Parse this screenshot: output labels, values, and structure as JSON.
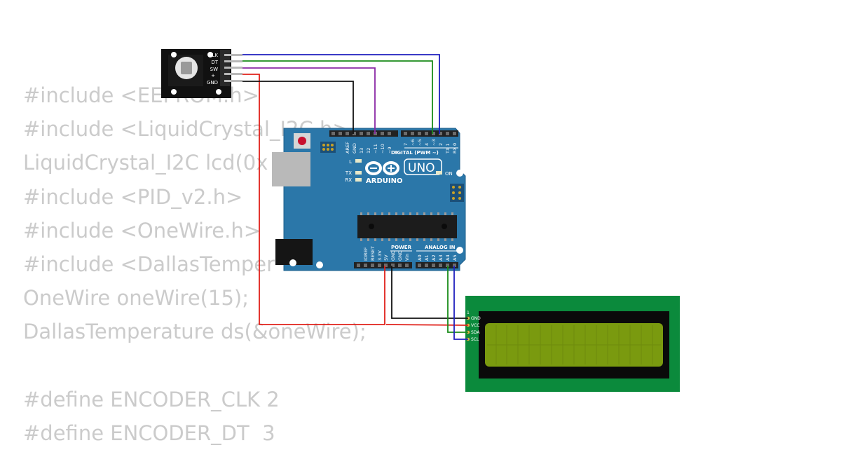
{
  "code_lines": [
    "#include <EEPROM.h>",
    "#include <LiquidCrystal_I2C.h>",
    "LiquidCrystal_I2C lcd(0x",
    "#include <PID_v2.h>",
    "#include <OneWire.h>",
    "#include <DallasTemper",
    "OneWire oneWire(15);",
    "DallasTemperature ds(&oneWire);",
    "",
    "#define ENCODER_CLK 2",
    "#define ENCODER_DT  3"
  ],
  "encoder": {
    "pins": [
      "CLK",
      "DT",
      "SW",
      "+",
      "GND"
    ]
  },
  "arduino": {
    "logo_text": "ARDUINO",
    "model": "UNO",
    "on_label": "ON",
    "l_label": "L",
    "tx_label": "TX",
    "rx_label": "RX",
    "digital_label": "DIGITAL (PWM ~)",
    "power_label": "POWER",
    "analog_label": "ANALOG IN",
    "top_pins": [
      "AREF",
      "GND",
      "13",
      "12",
      "~11",
      "~10",
      "~9",
      "8",
      "7",
      "~6",
      "~5",
      "4",
      "~3",
      "2",
      "TX 1",
      "RX 0"
    ],
    "power_pins": [
      "IOREF",
      "RESET",
      "3.3V",
      "5V",
      "GND",
      "GND",
      "Vin"
    ],
    "analog_pins": [
      "A0",
      "A1",
      "A2",
      "A3",
      "A4",
      "A5"
    ]
  },
  "lcd": {
    "pin_index_label": "1",
    "pins": [
      "GND",
      "VCC",
      "SDA",
      "SCL"
    ]
  },
  "colors": {
    "board": "#2b77a9",
    "lcd_pcb": "#0b8a3c",
    "lcd_screen": "#7a9a0f",
    "wire_clk": "#1f1fbf",
    "wire_dt": "#1a8c1a",
    "wire_sw": "#8a2aa5",
    "wire_vcc": "#e0201a",
    "wire_gnd": "#111111",
    "code_text": "#cbcbcb"
  }
}
